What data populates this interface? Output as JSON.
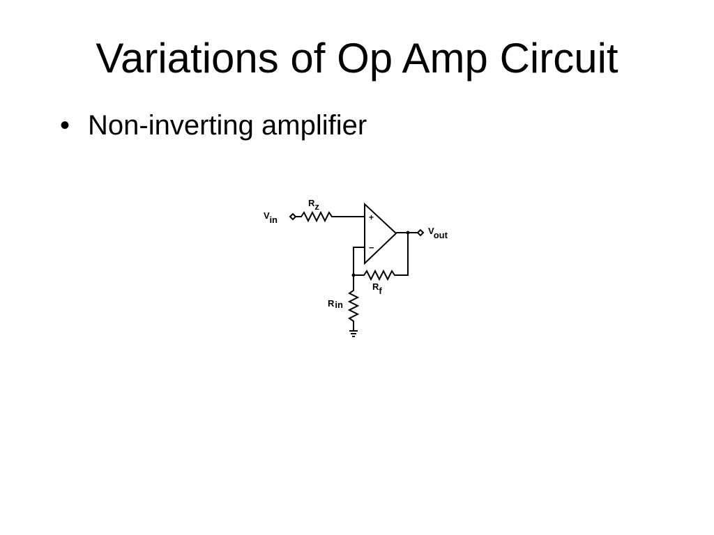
{
  "slide": {
    "title": "Variations of Op Amp Circuit",
    "bullets": [
      {
        "marker": "•",
        "text": "Non-inverting amplifier"
      }
    ]
  },
  "circuit": {
    "vin_main": "V",
    "vin_sub": "in",
    "rz_main": "R",
    "rz_sub": "z",
    "vout_main": "V",
    "vout_sub": "out",
    "rf_main": "R",
    "rf_sub": "f",
    "rin_main": "R",
    "rin_sub": "in",
    "plus_sign": "+",
    "minus_sign": "−"
  }
}
